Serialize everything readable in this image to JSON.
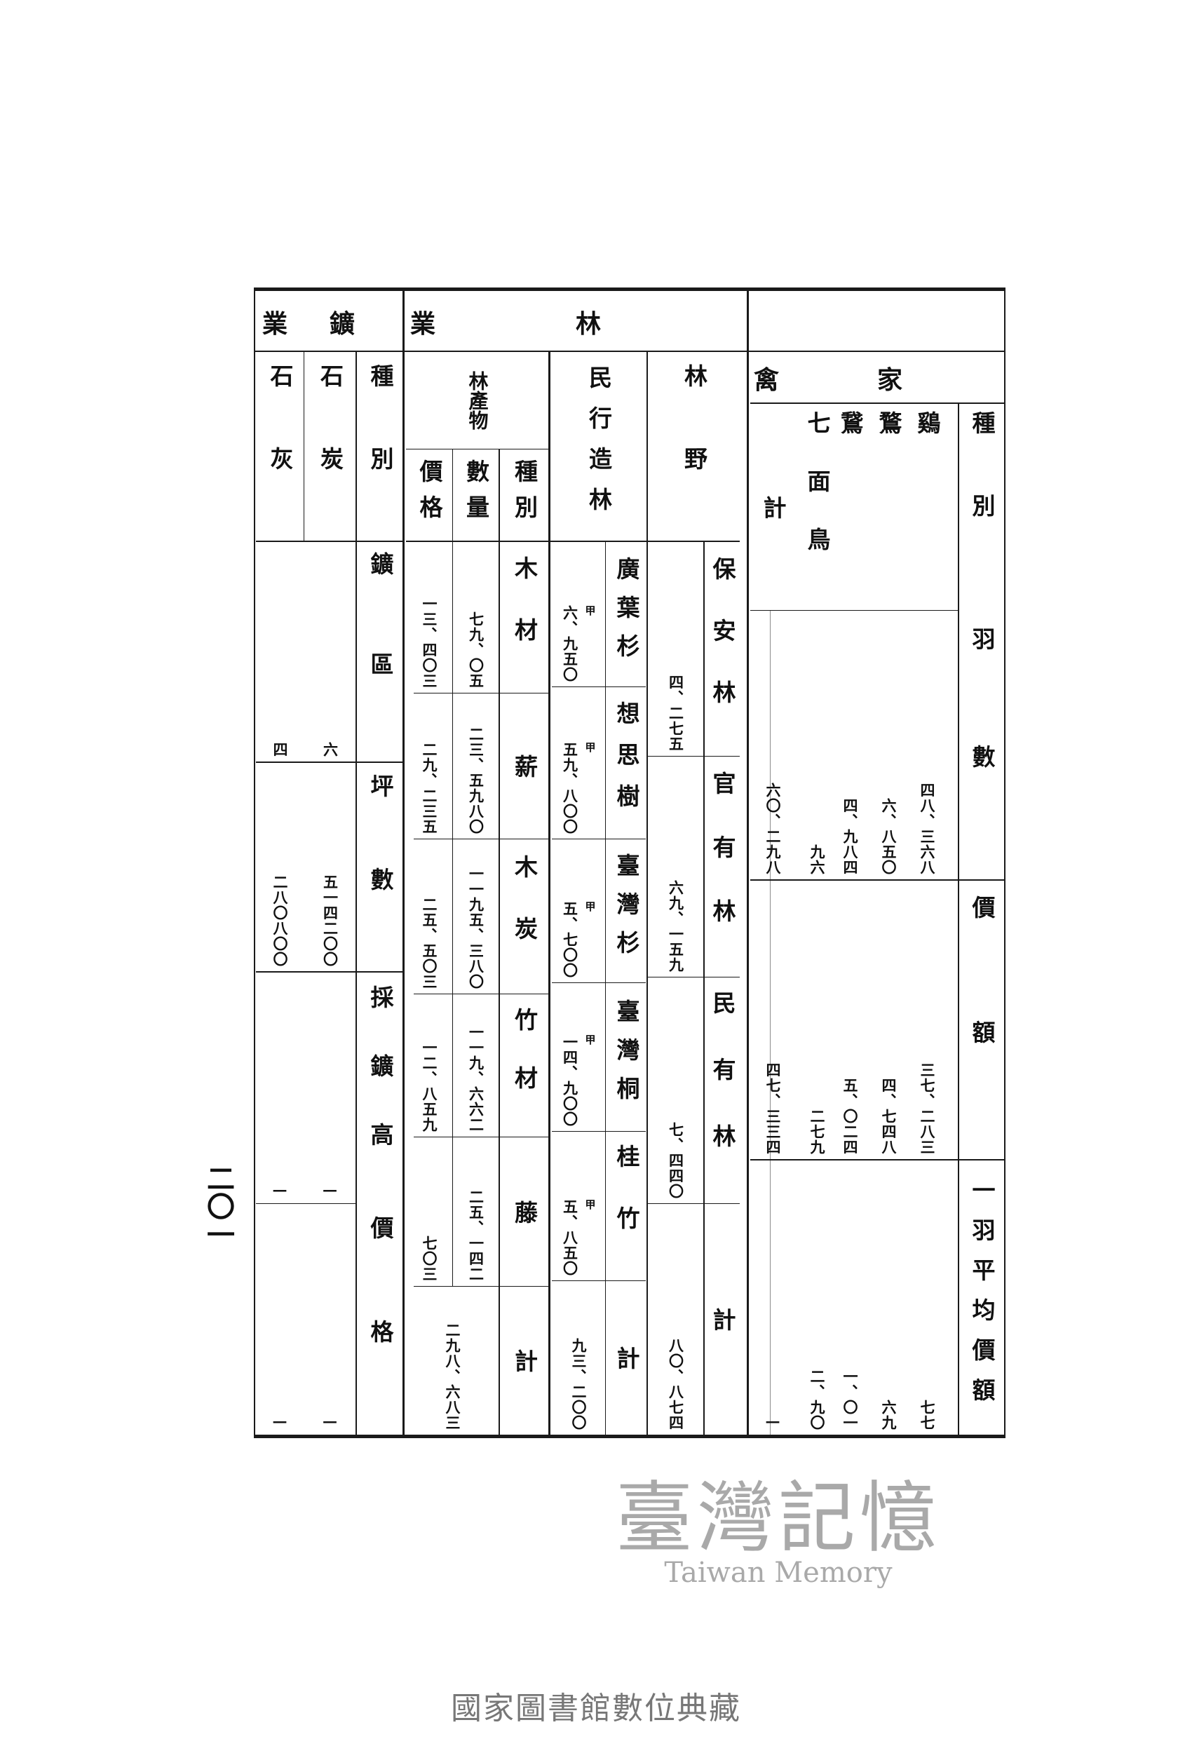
{
  "page_number": "二〇一",
  "footer": "國家圖書館數位典藏",
  "watermark": {
    "chinese": "臺灣記憶",
    "english": "Taiwan Memory"
  },
  "mining": {
    "title": "鑛業",
    "type_header": "種別",
    "items": [
      "石炭",
      "石灰"
    ],
    "rows": [
      {
        "label": "鑛區",
        "values": [
          "六",
          "四"
        ]
      },
      {
        "label": "坪數",
        "values": [
          "五一四二〇〇",
          "二八〇八〇〇"
        ]
      },
      {
        "label": "採鑛高",
        "values": [
          "—",
          "—"
        ]
      },
      {
        "label": "價格",
        "values": [
          "—",
          "—"
        ]
      }
    ]
  },
  "forestry": {
    "title": "林業",
    "forest_land": {
      "header": "林野",
      "rows": [
        {
          "label": "保安林",
          "value": "四、二七五"
        },
        {
          "label": "官有林",
          "value": "六九、一五九"
        },
        {
          "label": "民有林",
          "value": "七、四四〇"
        },
        {
          "label": "計",
          "value": "八〇、八七四"
        }
      ]
    },
    "private_afforestation": {
      "header": "民行造林",
      "unit": "甲",
      "rows": [
        {
          "label": "廣葉杉",
          "value": "六、九五〇"
        },
        {
          "label": "想思樹",
          "value": "五九、八〇〇"
        },
        {
          "label": "臺灣杉",
          "value": "五、七〇〇"
        },
        {
          "label": "臺灣桐",
          "value": "一四、九〇〇"
        },
        {
          "label": "桂竹",
          "value": "五、八五〇"
        },
        {
          "label": "計",
          "value": "九三、二〇〇"
        }
      ]
    },
    "forest_products": {
      "header": "林產物",
      "col_type": "種別",
      "col_quantity": "數量",
      "col_price": "價格",
      "rows": [
        {
          "label": "木材",
          "quantity": "七九、〇五",
          "price": "一三、四〇三"
        },
        {
          "label": "薪",
          "quantity": "二三、五九八〇",
          "price": "二九、二三五"
        },
        {
          "label": "木炭",
          "quantity": "一一九五、三八〇",
          "price": "二五、五〇三"
        },
        {
          "label": "竹材",
          "quantity": "一一九、六六二",
          "price": "一二、八五九"
        },
        {
          "label": "藤",
          "quantity": "二五、一四二",
          "price": "七〇三"
        },
        {
          "label": "計",
          "total": "二九八、六八三"
        }
      ]
    }
  },
  "poultry": {
    "title": "家禽",
    "type_header": "種別",
    "species": [
      "鷄",
      "鶩",
      "鵞",
      "七面鳥",
      "計"
    ],
    "rows": [
      {
        "label": "羽數",
        "values": [
          "四八、三六八",
          "六、八五〇",
          "四、九八四",
          "九六",
          "六〇、二九八"
        ]
      },
      {
        "label": "價額",
        "values": [
          "三七、二八三",
          "四、七四八",
          "五、〇二四",
          "二七九",
          "四七、三三四"
        ]
      },
      {
        "label": "一羽平均價額",
        "values": [
          "七七",
          "六九",
          "一、〇一",
          "二、九〇",
          "—"
        ]
      }
    ]
  }
}
